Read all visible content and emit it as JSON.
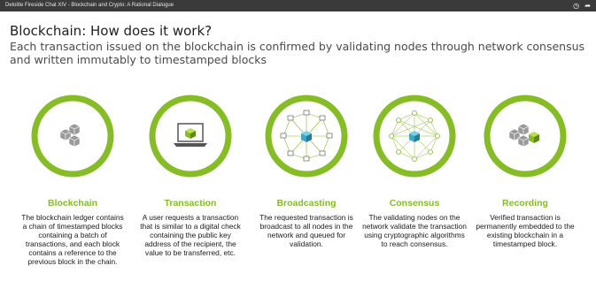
{
  "video_bar": {
    "title": "Deloitte Fireside Chat XIV - Blockchain and Crypto: A Rational Dialogue",
    "icons": [
      "clock-icon",
      "share-icon"
    ]
  },
  "slide": {
    "heading": "Blockchain: How does it work?",
    "subheading": "Each transaction issued on the blockchain is confirmed by validating nodes through network consensus and written immutably to timestamped blocks",
    "accent_color": "#86bc25",
    "steps": [
      {
        "icon": "blocks-icon",
        "title": "Blockchain",
        "description": "The blockchain ledger contains a chain of timestamped blocks containing a batch of transactions, and each block contains a reference to the previous block in the chain."
      },
      {
        "icon": "laptop-icon",
        "title": "Transaction",
        "description": "A user requests a transaction that is similar to a digital check containing the public key address of the recipient, the value to be transferred, etc."
      },
      {
        "icon": "broadcast-network-icon",
        "title": "Broadcasting",
        "description": "The requested transaction is broadcast to all nodes in the network and queued for validation."
      },
      {
        "icon": "consensus-network-icon",
        "title": "Consensus",
        "description": "The validating nodes on the network validate the transaction using cryptographic algorithms to reach consensus."
      },
      {
        "icon": "blocks-added-icon",
        "title": "Recording",
        "description": "Verified transaction is permanently embedded to the existing blockchain in a timestamped block."
      }
    ]
  }
}
